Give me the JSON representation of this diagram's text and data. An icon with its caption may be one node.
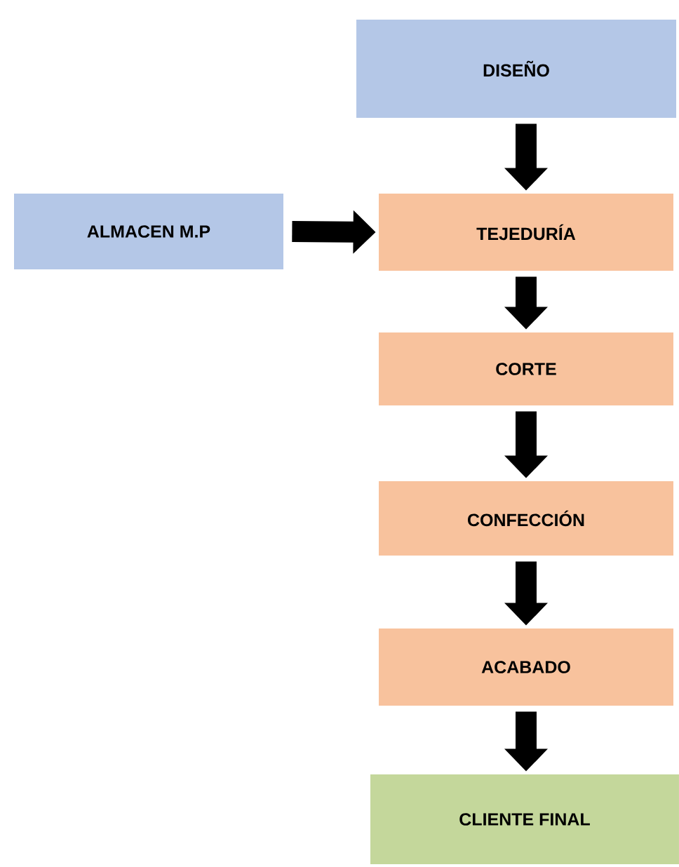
{
  "diagram": {
    "nodes": [
      {
        "text": [
          "DISEÑO"
        ]
      },
      {
        "text": [
          "ALMACEN M.P"
        ]
      },
      {
        "text": [
          "TEJEDURÍA"
        ]
      },
      {
        "text": [
          "CORTE"
        ]
      },
      {
        "text": [
          "CONFECCIÓN"
        ]
      },
      {
        "text": [
          "ACABADO"
        ]
      },
      {
        "text": [
          "CLIENTE FINAL"
        ]
      }
    ],
    "edges": [
      {
        "from": 0,
        "to": 2,
        "arrow": "to"
      },
      {
        "from": 1,
        "to": 2,
        "arrow": "to"
      },
      {
        "from": 2,
        "to": 3,
        "arrow": "to"
      },
      {
        "from": 3,
        "to": 4,
        "arrow": "to"
      },
      {
        "from": 4,
        "to": 5,
        "arrow": "to"
      },
      {
        "from": 5,
        "to": 6,
        "arrow": "to"
      }
    ]
  }
}
